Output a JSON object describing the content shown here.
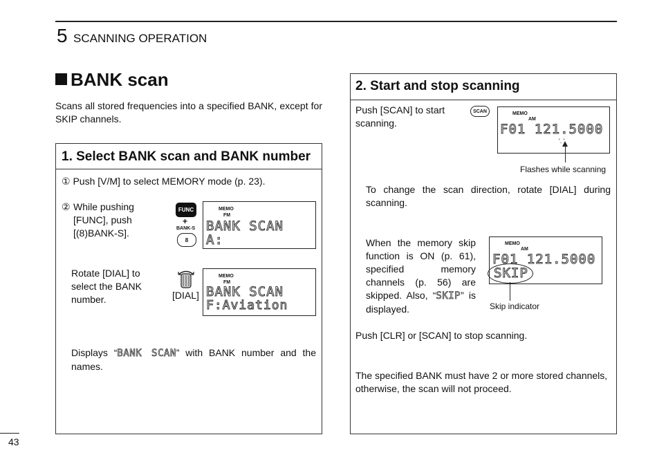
{
  "header": {
    "chapter_number": "5",
    "chapter_title": "SCANNING OPERATION"
  },
  "page_number": "43",
  "section": {
    "title": "BANK scan",
    "intro": "Scans all stored frequencies into a specified BANK, except for SKIP channels."
  },
  "left_box": {
    "title": "1. Select BANK scan and BANK number",
    "step1": "① Push [V/M] to select MEMORY mode (p. 23).",
    "step2_num": "②",
    "step2_text": "While pushing [FUNC], push [(8)BANK-S].",
    "func_label": "FUNC",
    "plus": "+",
    "bank_s_label": "BANK-S",
    "key8_label": "8",
    "display1": {
      "memo": "MEMO",
      "mode": "FM",
      "line1": "BANK SCAN",
      "line2": "A:"
    },
    "rotate_text": "Rotate [DIAL] to select the BANK number.",
    "dial_label": "[DIAL]",
    "display2": {
      "memo": "MEMO",
      "mode": "FM",
      "line1": "BANK SCAN",
      "line2": "F:Aviation"
    },
    "displays_prefix": "Displays “",
    "displays_lcd": "BANK SCAN",
    "displays_suffix": "” with BANK number and the names."
  },
  "right_box": {
    "title": "2. Start and stop scanning",
    "push_scan": "Push [SCAN] to start scanning.",
    "scan_label": "SCAN",
    "display3": {
      "memo": "MEMO",
      "mode": "AM",
      "line1": "F01 121.5000"
    },
    "flashes_caption": "Flashes while scanning",
    "direction_text": "To change the scan direction, rotate [DIAL] during scanning.",
    "skip_prefix": "When the memory skip function is ON (p. 61), specified memory channels (p. 56) are skipped. Also, “",
    "skip_lcd": "SKIP",
    "skip_suffix": "” is displayed.",
    "display4": {
      "memo": "MEMO",
      "mode": "AM",
      "line1": "F01 121.5000",
      "line2": "SKIP"
    },
    "skip_caption": "Skip indicator",
    "stop_text": "Push [CLR] or [SCAN] to stop scanning.",
    "note": "The specified BANK must have 2 or more stored channels, otherwise, the scan will not proceed."
  }
}
